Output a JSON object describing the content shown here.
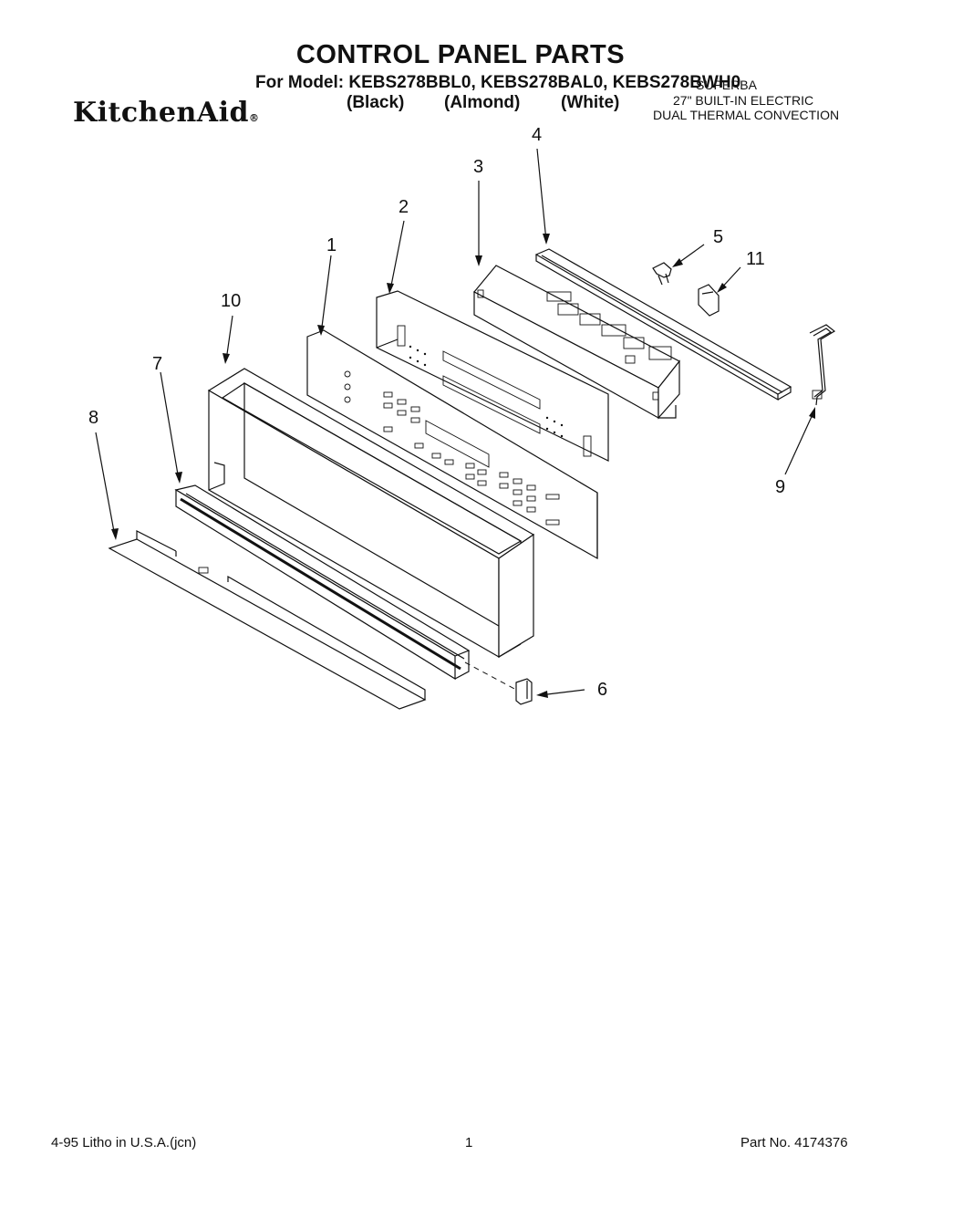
{
  "header": {
    "title": "CONTROL PANEL PARTS",
    "model_line": "For Model: KEBS278BBL0, KEBS278BAL0, KEBS278BWH0",
    "brand": "KitchenAid",
    "brand_mark": "®",
    "variants": [
      "(Black)",
      "(Almond)",
      "(White)"
    ],
    "description": [
      "SUPERBA",
      "27\" BUILT-IN ELECTRIC",
      "DUAL THERMAL CONVECTION"
    ]
  },
  "diagram": {
    "callouts": [
      "1",
      "2",
      "3",
      "4",
      "5",
      "6",
      "7",
      "8",
      "9",
      "10",
      "11"
    ]
  },
  "footer": {
    "left": "4-95  Litho in U.S.A.(jcn)",
    "center": "1",
    "right": "Part No. 4174376"
  }
}
